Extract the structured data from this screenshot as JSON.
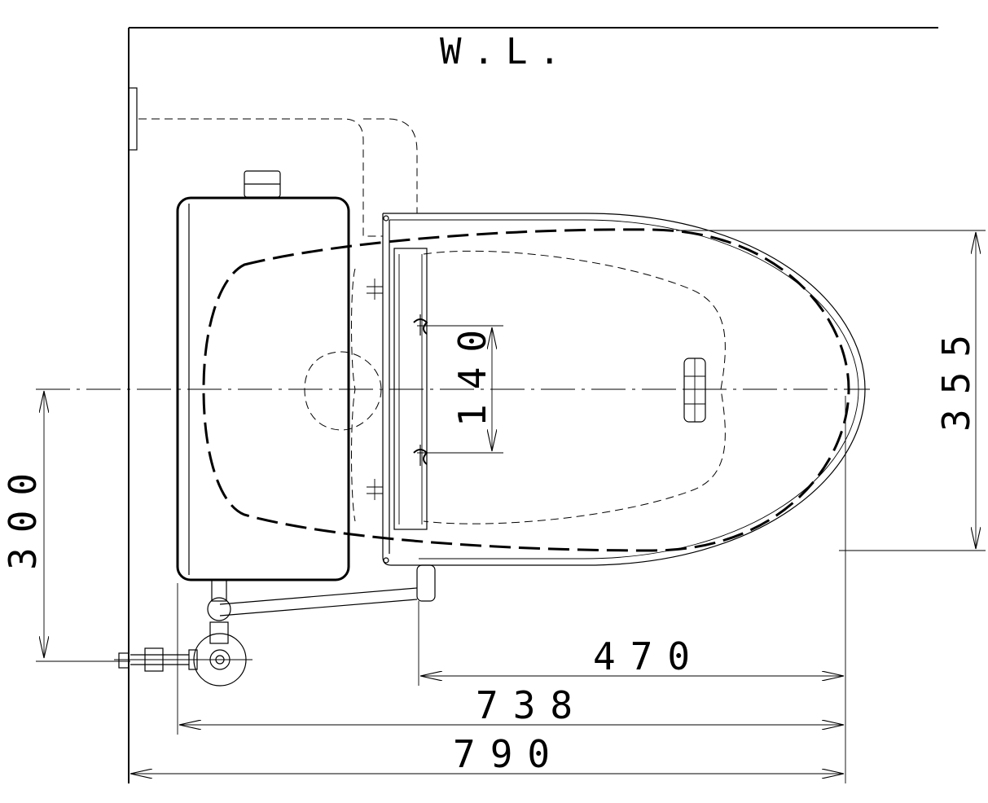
{
  "labels": {
    "wall_line": "W.L.",
    "dim_140": "140",
    "dim_355": "355",
    "dim_300": "300",
    "dim_470": "470",
    "dim_738": "738",
    "dim_790": "790"
  }
}
